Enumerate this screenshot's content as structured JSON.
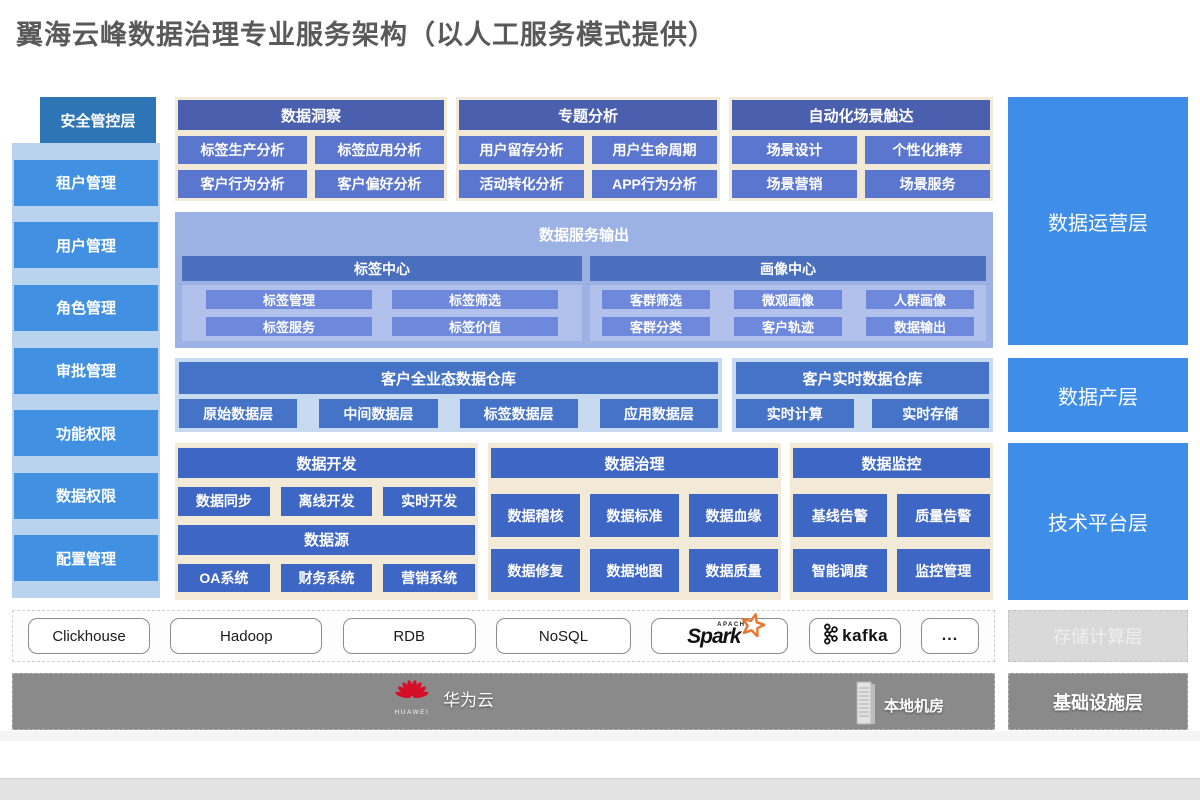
{
  "title": "翼海云峰数据治理专业服务架构（以人工服务模式提供）",
  "security": {
    "header": "安全管控层",
    "items": [
      "租户管理",
      "用户管理",
      "角色管理",
      "审批管理",
      "功能权限",
      "数据权限",
      "配置管理"
    ]
  },
  "insight": {
    "header": "数据洞察",
    "items": [
      "标签生产分析",
      "标签应用分析",
      "客户行为分析",
      "客户偏好分析"
    ]
  },
  "topic": {
    "header": "专题分析",
    "items": [
      "用户留存分析",
      "用户生命周期",
      "活动转化分析",
      "APP行为分析"
    ]
  },
  "scene": {
    "header": "自动化场景触达",
    "items": [
      "场景设计",
      "个性化推荐",
      "场景营销",
      "场景服务"
    ]
  },
  "service_output": {
    "title": "数据服务输出",
    "tag_center": {
      "header": "标签中心",
      "items": [
        "标签管理",
        "标签筛选",
        "标签服务",
        "标签价值"
      ]
    },
    "profile_center": {
      "header": "画像中心",
      "items": [
        "客群筛选",
        "微观画像",
        "人群画像",
        "客群分类",
        "客户轨迹",
        "数据输出"
      ]
    }
  },
  "warehouse_full": {
    "header": "客户全业态数据仓库",
    "items": [
      "原始数据层",
      "中间数据层",
      "标签数据层",
      "应用数据层"
    ]
  },
  "warehouse_realtime": {
    "header": "客户实时数据仓库",
    "items": [
      "实时计算",
      "实时存储"
    ]
  },
  "dev": {
    "header": "数据开发",
    "items": [
      "数据同步",
      "离线开发",
      "实时开发"
    ],
    "source_header": "数据源",
    "source_items": [
      "OA系统",
      "财务系统",
      "营销系统"
    ]
  },
  "governance": {
    "header": "数据治理",
    "items": [
      "数据稽核",
      "数据标准",
      "数据血缘",
      "数据修复",
      "数据地图",
      "数据质量"
    ]
  },
  "monitoring": {
    "header": "数据监控",
    "items": [
      "基线告警",
      "质量告警",
      "智能调度",
      "监控管理"
    ]
  },
  "storage_row": {
    "items": [
      "Clickhouse",
      "Hadoop",
      "RDB",
      "NoSQL"
    ],
    "spark": {
      "apache": "APACHE",
      "name": "Spark"
    },
    "kafka": "kafka",
    "more": "..."
  },
  "infra_row": {
    "huawei_brand": "HUAWEI",
    "huawei_label": "华为云",
    "local_label": "本地机房"
  },
  "layers": {
    "operation": "数据运营层",
    "product": "数据产层",
    "platform": "技术平台层",
    "storage": "存储计算层",
    "infrastructure": "基础设施层"
  },
  "colors": {
    "steel": "#2e75b6",
    "bright-blue": "#4190e2",
    "panel-lightblue": "#b9d3ee",
    "cream": "#f2e9d7",
    "indigo": "#4a5fae",
    "periwinkle": "#5b76cf",
    "svc-panel": "#9db2e4",
    "svc-inner": "#b2c1ec",
    "svc-item": "#6e88dc",
    "center-steel": "#4a70bd",
    "wh-bg": "#c7daef",
    "wh-blue": "#4573c8",
    "dev-blue": "#3d66c5",
    "layer-blue": "#3e8de9",
    "infra-gray": "#8a8a8a",
    "storage-gray": "#d9d9d9",
    "bottom-bar": "#e3e3e3",
    "title-gray": "#595959",
    "huawei-red": "#d50f28",
    "spark-orange": "#e8762d"
  }
}
